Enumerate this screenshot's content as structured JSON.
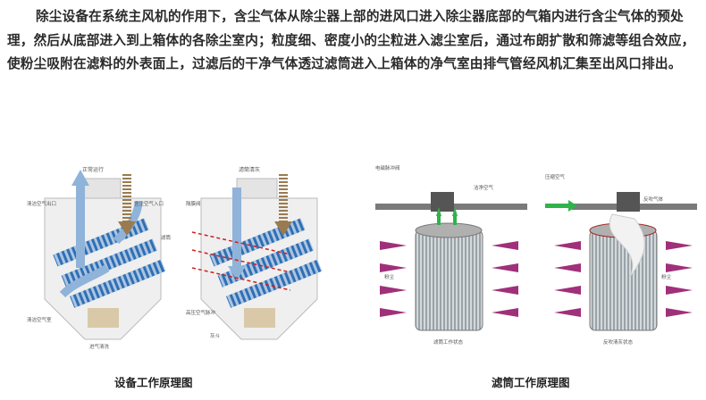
{
  "intro_text": "除尘设备在系统主风机的作用下，含尘气体从除尘器上部的进风口进入除尘器底部的气箱内进行含尘气体的预处理，然后从底部进入到上箱体的各除尘室内；粒度细、密度小的尘粒进入滤尘室后，通过布朗扩散和筛滤等组合效应，使粉尘吸附在滤料的外表面上，过滤后的干净气体透过滤筒进入上箱体的净气室由排气管经风机汇集至出风口排出。",
  "figure_left": {
    "caption": "设备工作原理图",
    "panel1": {
      "title": "正常运行",
      "labels": {
        "clean_out": "清洁空气出口",
        "dirty_in": "含尘空气入口",
        "filter": "滤筒",
        "clean_room": "清洁空气室"
      },
      "bottom": "进气清洗"
    },
    "panel2": {
      "title": "滤筒清灰",
      "labels": {
        "pulse_valve": "隔膜阀",
        "high_pressure": "高压空气脉冲",
        "hopper": "灰斗"
      }
    }
  },
  "figure_right": {
    "caption": "滤筒工作原理图",
    "panel1": {
      "labels": {
        "pulse": "电磁脉冲阀",
        "clean_air": "洁净空气",
        "dust": "粉尘"
      },
      "bottom": "滤筒工作状态"
    },
    "panel2": {
      "labels": {
        "compressed": "压缩空气",
        "reverse": "反吹气体",
        "dust": "粉尘"
      },
      "bottom": "反吹清灰状态"
    }
  },
  "colors": {
    "blue_arrow": "#8fb3d9",
    "filter_blue": "#2f6fb5",
    "dust_arrow": "#a0307a",
    "green_arrow": "#2fb34a",
    "dust_brown": "#9a7b4f"
  }
}
